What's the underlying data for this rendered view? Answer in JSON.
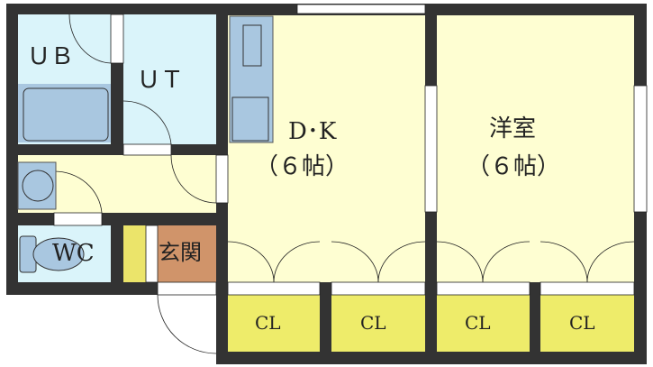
{
  "rooms": {
    "ub": "ＵＢ",
    "ut": "ＵＴ",
    "dk_name": "D･K",
    "dk_size": "（６帖）",
    "western_name": "洋室",
    "western_size": "（６帖）",
    "wc": "WC",
    "entrance": "玄関",
    "closets": [
      "CL",
      "CL",
      "CL",
      "CL"
    ]
  },
  "colors": {
    "wall": "#333333",
    "living": "#fefed2",
    "wet": "#daf4fa",
    "fixture": "#a9c7e0",
    "closet": "#eeec6a",
    "entrance": "#d0946a",
    "entrance_storage": "#ebe46a"
  }
}
